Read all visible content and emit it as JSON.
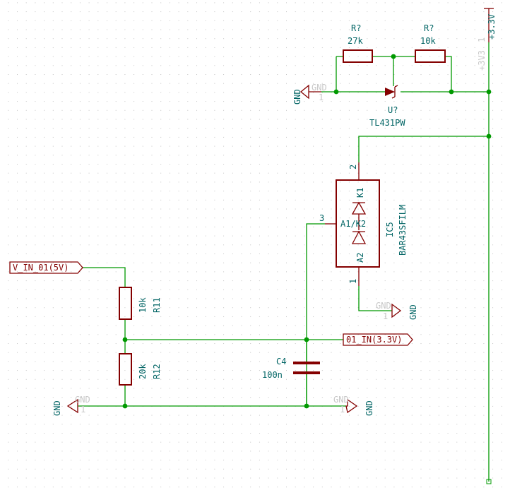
{
  "labels": {
    "v_in": "V_IN_01(5V)",
    "o1_in": "01_IN(3.3V)"
  },
  "power": {
    "rail": "+3.3V",
    "rail_ref": "+3V3",
    "rail_pin": "1",
    "gnd": "GND",
    "gnd_pin": "1"
  },
  "components": {
    "r_top_left": {
      "ref": "R?",
      "value": "27k"
    },
    "r_top_right": {
      "ref": "R?",
      "value": "10k"
    },
    "u_ref": {
      "ref": "U?",
      "value": "TL431PW"
    },
    "ic5": {
      "ref": "IC5",
      "value": "BAR43SFILM",
      "pin_2": "2",
      "pin_3": "3",
      "pin_1": "1",
      "k1": "K1",
      "a1k2": "A1/K2",
      "a2": "A2"
    },
    "r11": {
      "ref": "R11",
      "value": "10k"
    },
    "r12": {
      "ref": "R12",
      "value": "20k"
    },
    "c4": {
      "ref": "C4",
      "value": "100n"
    }
  },
  "colors": {
    "wire": "#009900",
    "component": "#840000",
    "label_text": "#006464",
    "grid_dots": "#c4c4c4",
    "hidden_text": "#c8c8c8"
  }
}
